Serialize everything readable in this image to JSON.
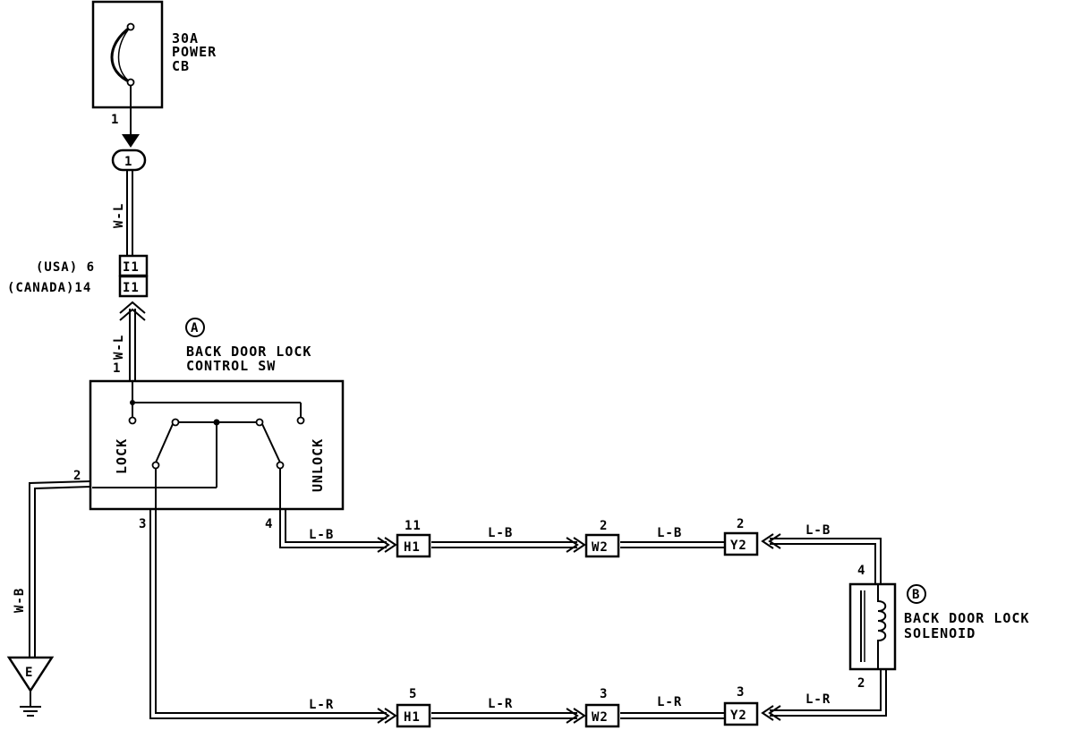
{
  "components": {
    "breaker": {
      "line1": "30A",
      "line2": "POWER",
      "line3": "CB",
      "pin": "1"
    },
    "junction": {
      "label": "1"
    },
    "connector_i1": {
      "usa_label": "(USA) 6",
      "canada_label": "(CANADA)14",
      "code": "I1"
    },
    "switch": {
      "letter": "A",
      "name1": "BACK DOOR LOCK",
      "name2": "CONTROL SW",
      "lock": "LOCK",
      "unlock": "UNLOCK",
      "pin1": "1",
      "pin2": "2",
      "pin3": "3",
      "pin4": "4"
    },
    "solenoid": {
      "letter": "B",
      "name1": "BACK DOOR LOCK",
      "name2": "SOLENOID",
      "pin_top": "4",
      "pin_bottom": "2"
    },
    "ground": {
      "label": "E"
    }
  },
  "wires": {
    "wl_top": "W-L",
    "wl_bottom": "W-L",
    "wb": "W-B",
    "lb1": "L-B",
    "lb2": "L-B",
    "lb3": "L-B",
    "lb4": "L-B",
    "lr1": "L-R",
    "lr2": "L-R",
    "lr3": "L-R",
    "lr4": "L-R"
  },
  "connectors_top": [
    {
      "pin": "11",
      "code": "H1"
    },
    {
      "pin": "2",
      "code": "W2"
    },
    {
      "pin": "2",
      "code": "Y2"
    }
  ],
  "connectors_bottom": [
    {
      "pin": "5",
      "code": "H1"
    },
    {
      "pin": "3",
      "code": "W2"
    },
    {
      "pin": "3",
      "code": "Y2"
    }
  ]
}
